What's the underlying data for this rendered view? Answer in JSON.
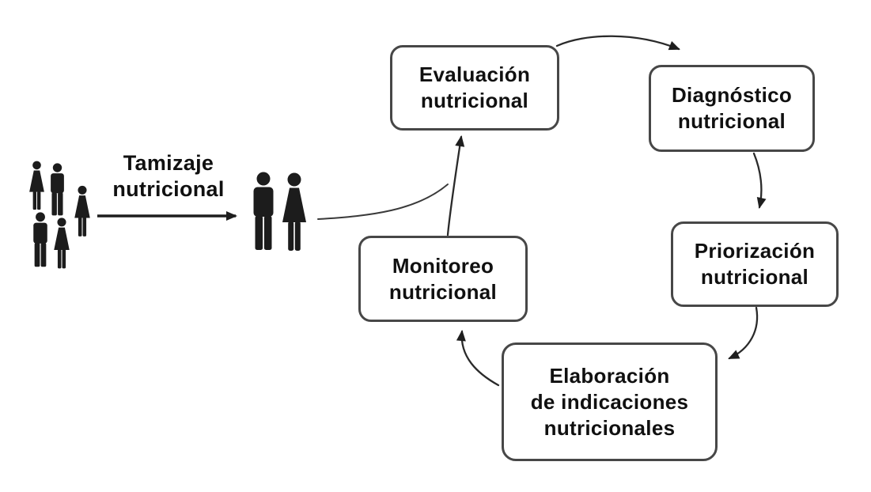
{
  "screening": {
    "label_lines": [
      "Tamizaje",
      "nutricional"
    ]
  },
  "nodes": [
    {
      "id": "evaluacion",
      "lines": [
        "Evaluación",
        "nutricional"
      ]
    },
    {
      "id": "diagnostico",
      "lines": [
        "Diagnóstico",
        "nutricional"
      ]
    },
    {
      "id": "priorizacion",
      "lines": [
        "Priorización",
        "nutricional"
      ]
    },
    {
      "id": "elaboracion",
      "lines": [
        "Elaboración",
        "de indicaciones",
        "nutricionales"
      ]
    },
    {
      "id": "monitoreo",
      "lines": [
        "Monitoreo",
        "nutricional"
      ]
    }
  ],
  "edges": [
    {
      "from": "population-group",
      "to": "screened-pair",
      "label": "Tamizaje nutricional"
    },
    {
      "from": "screened-pair",
      "to": "evaluacion"
    },
    {
      "from": "evaluacion",
      "to": "diagnostico"
    },
    {
      "from": "diagnostico",
      "to": "priorizacion"
    },
    {
      "from": "priorizacion",
      "to": "elaboracion"
    },
    {
      "from": "elaboracion",
      "to": "monitoreo"
    },
    {
      "from": "monitoreo",
      "to": "evaluacion"
    }
  ],
  "people": {
    "group": [
      "woman-icon",
      "man-icon",
      "woman-icon",
      "man-icon",
      "woman-icon"
    ],
    "pair": [
      "man-icon",
      "woman-icon"
    ]
  },
  "colors": {
    "background": "#ffffff",
    "box_border": "#474747",
    "box_fill": "#ffffff",
    "text": "#101010",
    "arrow": "#2a2a2a",
    "figure": "#1c1c1c"
  }
}
